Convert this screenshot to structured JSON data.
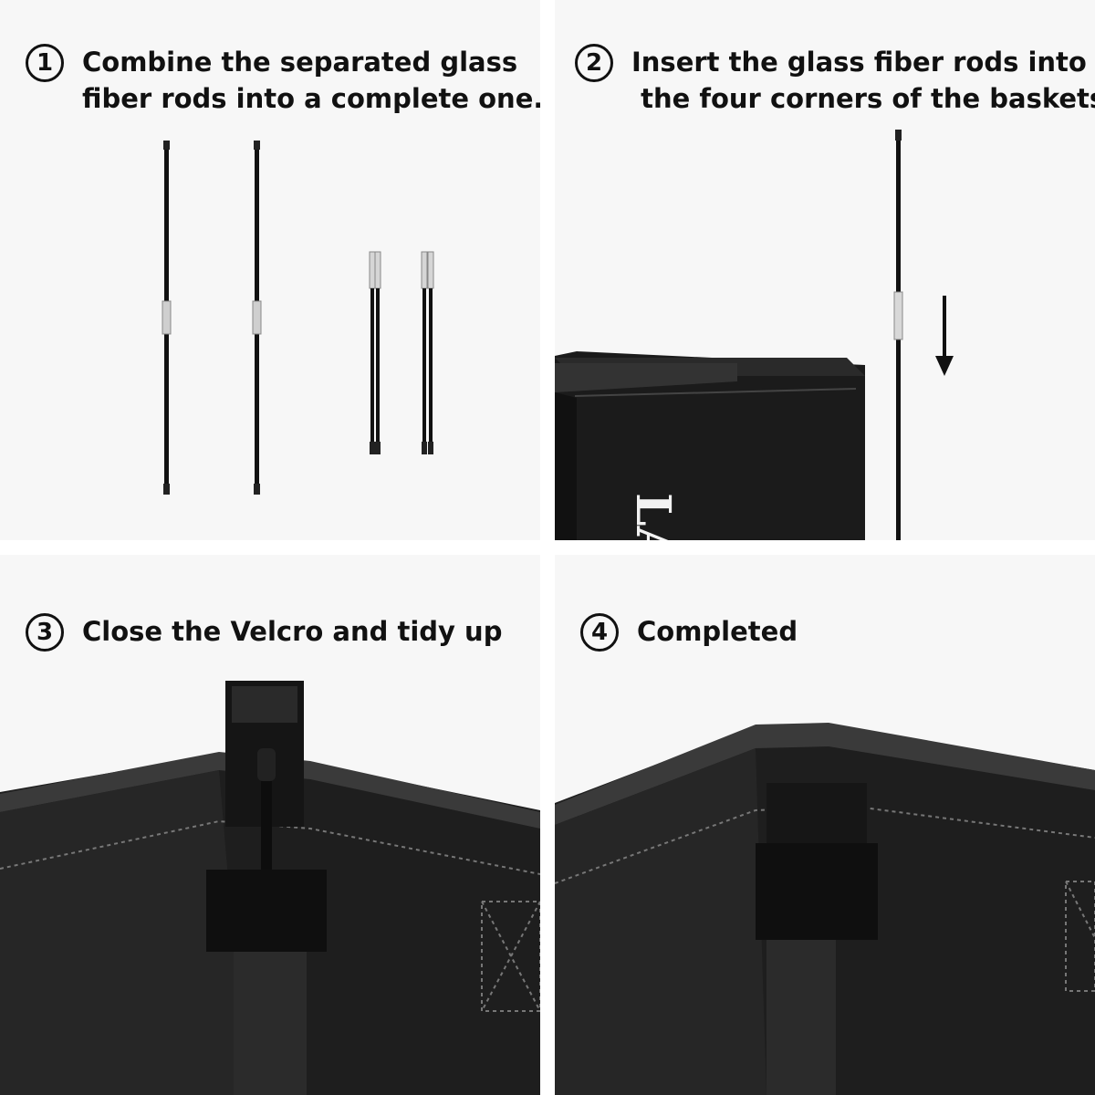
{
  "steps": [
    {
      "number": "1",
      "lines": [
        "Combine the separated glass",
        "fiber rods into a complete one."
      ]
    },
    {
      "number": "2",
      "lines": [
        "Insert the glass fiber rods into",
        " the four corners of the baskets"
      ]
    },
    {
      "number": "3",
      "lines": [
        "Close the Velcro and tidy up"
      ]
    },
    {
      "number": "4",
      "lines": [
        "Completed"
      ]
    }
  ],
  "basket_label_partial": "LA",
  "icons": {
    "down_arrow": "down-arrow-icon"
  },
  "colors": {
    "panel_background": "#f7f7f7",
    "fabric": "#1c1c1c",
    "text": "#111111"
  }
}
